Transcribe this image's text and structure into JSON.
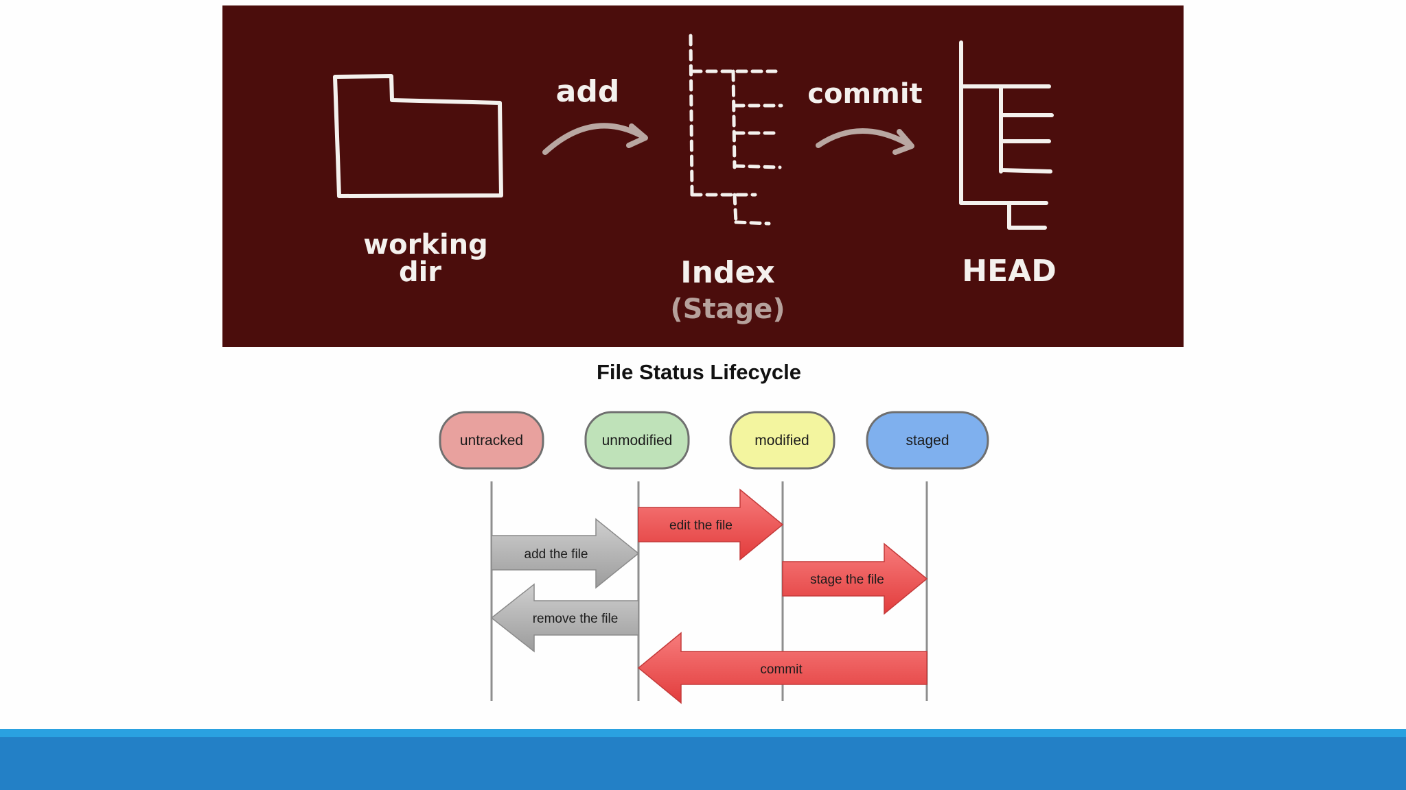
{
  "colors": {
    "chalkboard": "#4b0d0c",
    "chalk": "#f4f1ee",
    "arrow_chalk": "#b9a7a2",
    "untracked": "#e8a19e",
    "unmodified": "#bfe2b9",
    "modified": "#f3f59f",
    "staged": "#7fb0ee",
    "grey_arrow": "#a9a9a9",
    "red_arrow": "#ee4f4f",
    "accent_bar": "#2aa1e0",
    "footer_bar": "#2380c6"
  },
  "workflow": {
    "working_dir_line1": "working",
    "working_dir_line2": "dir",
    "add_label": "add",
    "index_label": "Index",
    "stage_label": "(Stage)",
    "commit_label": "commit",
    "head_label": "HEAD"
  },
  "lifecycle": {
    "title": "File Status Lifecycle",
    "states": [
      {
        "label": "untracked"
      },
      {
        "label": "unmodified"
      },
      {
        "label": "modified"
      },
      {
        "label": "staged"
      }
    ],
    "transitions": [
      {
        "label": "add the file"
      },
      {
        "label": "edit the file"
      },
      {
        "label": "stage the file"
      },
      {
        "label": "remove the file"
      },
      {
        "label": "commit"
      }
    ]
  }
}
